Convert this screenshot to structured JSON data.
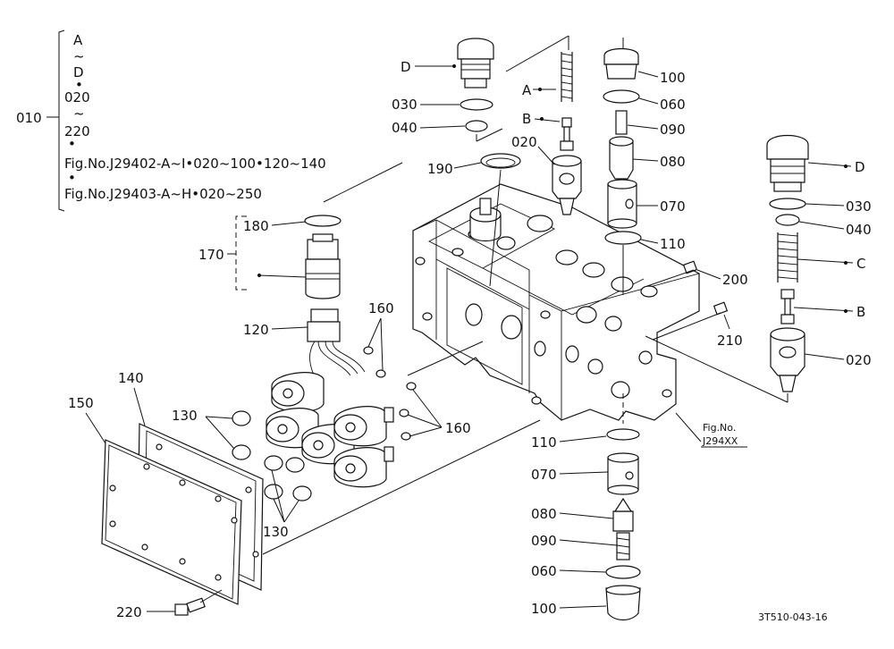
{
  "header": {
    "group_ref": "010",
    "bracket_lines": [
      "A",
      "~",
      "D",
      "•",
      "020",
      "~",
      "220",
      "•"
    ],
    "fig_line_1": "Fig.No.J29402-A~I•020~100•120~140",
    "fig_line_1_bullet": "•",
    "fig_line_2": "Fig.No.J29403-A~H•020~250"
  },
  "callouts": {
    "d_left": "D",
    "p030_left": "030",
    "p040_left": "040",
    "a": "A",
    "b_center": "B",
    "p020_center": "020",
    "p100_top": "100",
    "p060_top": "060",
    "p090_top": "090",
    "p080_top": "080",
    "p070_top": "070",
    "p110_top": "110",
    "d_right": "D",
    "p030_right": "030",
    "p040_right": "040",
    "c": "C",
    "b_right": "B",
    "p020_right": "020",
    "p190": "190",
    "p180": "180",
    "p170": "170",
    "p120": "120",
    "p160_top": "160",
    "p160_bottom": "160",
    "p200": "200",
    "p210": "210",
    "p140": "140",
    "p150": "150",
    "p130_top": "130",
    "p130_bottom": "130",
    "p110_bottom": "110",
    "p070_bottom": "070",
    "p080_bottom": "080",
    "p090_bottom": "090",
    "p060_bottom": "060",
    "p100_bottom": "100",
    "p220": "220"
  },
  "figure_ref": {
    "line1": "Fig.No.",
    "line2": "J294XX"
  },
  "drawing_number": "3T510-043-16"
}
